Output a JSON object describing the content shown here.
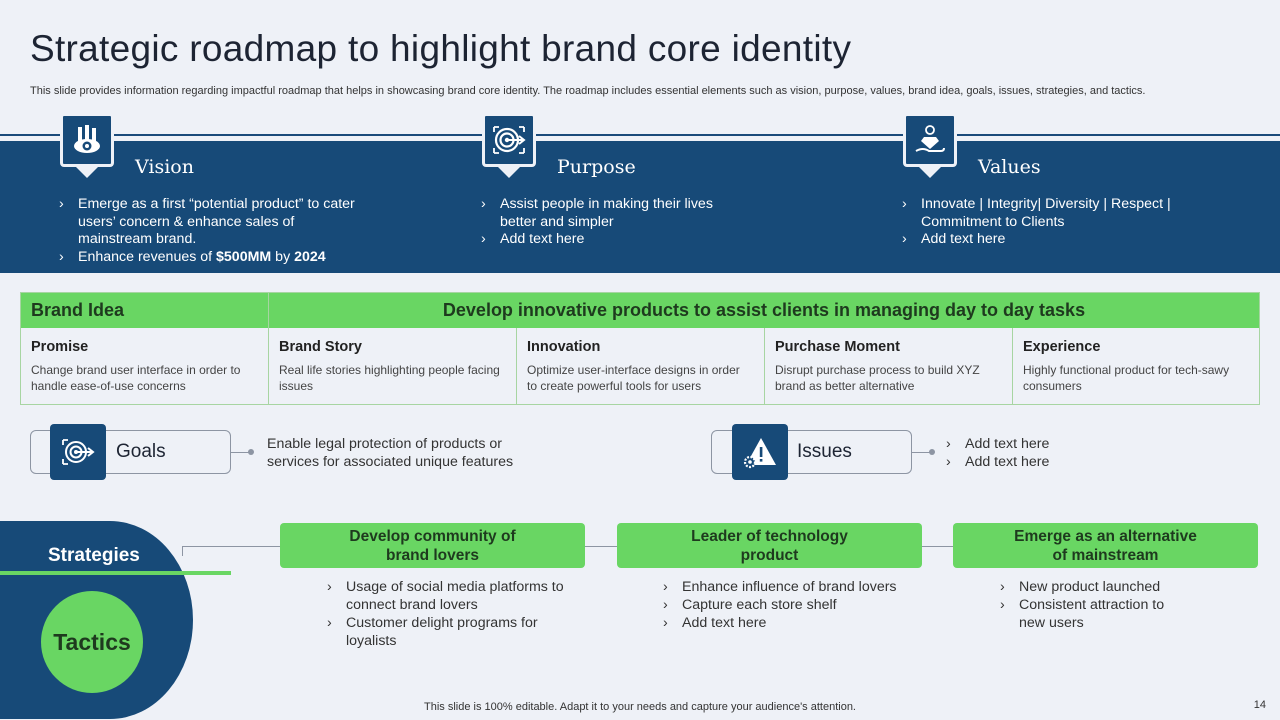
{
  "title": "Strategic roadmap to highlight brand core identity",
  "subtitle": "This slide provides information regarding impactful roadmap that helps in showcasing brand core identity. The roadmap includes essential elements such as vision, purpose, values, brand idea, goals, issues, strategies, and tactics.",
  "columns": [
    {
      "label": "Vision",
      "icon": "eye-building-icon",
      "items": [
        "Emerge as a first “potential product” to cater users’ concern & enhance sales of mainstream brand."
      ],
      "revenue_prefix": "Enhance revenues of ",
      "revenue_amount": "$500MM",
      "revenue_by": " by ",
      "revenue_year": "2024"
    },
    {
      "label": "Purpose",
      "icon": "target-icon",
      "items": [
        "Assist people in making their lives better and simpler",
        "Add text here"
      ]
    },
    {
      "label": "Values",
      "icon": "hand-diamond-icon",
      "items": [
        "Innovate | Integrity| Diversity | Respect | Commitment to Clients",
        "Add text here"
      ]
    }
  ],
  "brand_idea": {
    "label": "Brand Idea",
    "statement": "Develop innovative products to assist clients in managing day to day tasks",
    "cells": [
      {
        "heading": "Promise",
        "text": "Change brand user interface in order to handle ease-of-use concerns"
      },
      {
        "heading": "Brand Story",
        "text": "Real life stories highlighting people facing issues"
      },
      {
        "heading": "Innovation",
        "text": "Optimize user-interface designs in order to create powerful tools for users"
      },
      {
        "heading": "Purchase Moment",
        "text": "Disrupt purchase process to build XYZ brand as better alternative"
      },
      {
        "heading": "Experience",
        "text": "Highly functional product for tech-sawy consumers"
      }
    ]
  },
  "goals": {
    "label": "Goals",
    "text": "Enable legal protection of products or services for associated unique features"
  },
  "issues": {
    "label": "Issues",
    "items": [
      "Add text here",
      "Add text here"
    ]
  },
  "strategies_label": "Strategies",
  "tactics_label": "Tactics",
  "strategies": [
    {
      "title": "Develop community of brand lovers",
      "tactics": [
        "Usage of social media platforms to connect brand lovers",
        "Customer delight programs for loyalists"
      ]
    },
    {
      "title": "Leader of technology product",
      "tactics": [
        "Enhance influence of brand lovers",
        "Capture each store shelf",
        "Add text here"
      ]
    },
    {
      "title": "Emerge as an alternative of mainstream",
      "tactics": [
        "New product launched",
        "Consistent attraction to new users"
      ]
    }
  ],
  "footer": "This slide is 100% editable. Adapt it to your needs and capture your audience's attention.",
  "page_number": "14",
  "colors": {
    "navy": "#174a78",
    "green": "#69d663",
    "background": "#eef1f7"
  }
}
